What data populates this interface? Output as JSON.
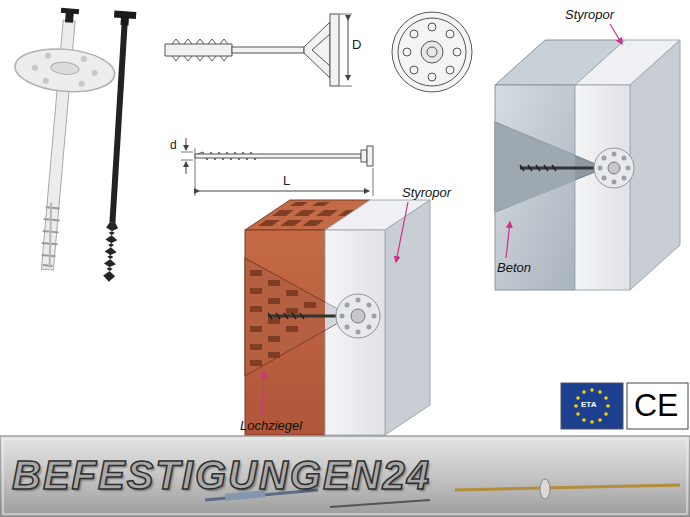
{
  "diagram": {
    "labels": [
      "Styropor",
      "D",
      "d",
      "L",
      "Styropor",
      "Beton",
      "Lochziegel",
      "ETA",
      "CE",
      "BEFESTIGUNGEN24"
    ]
  }
}
